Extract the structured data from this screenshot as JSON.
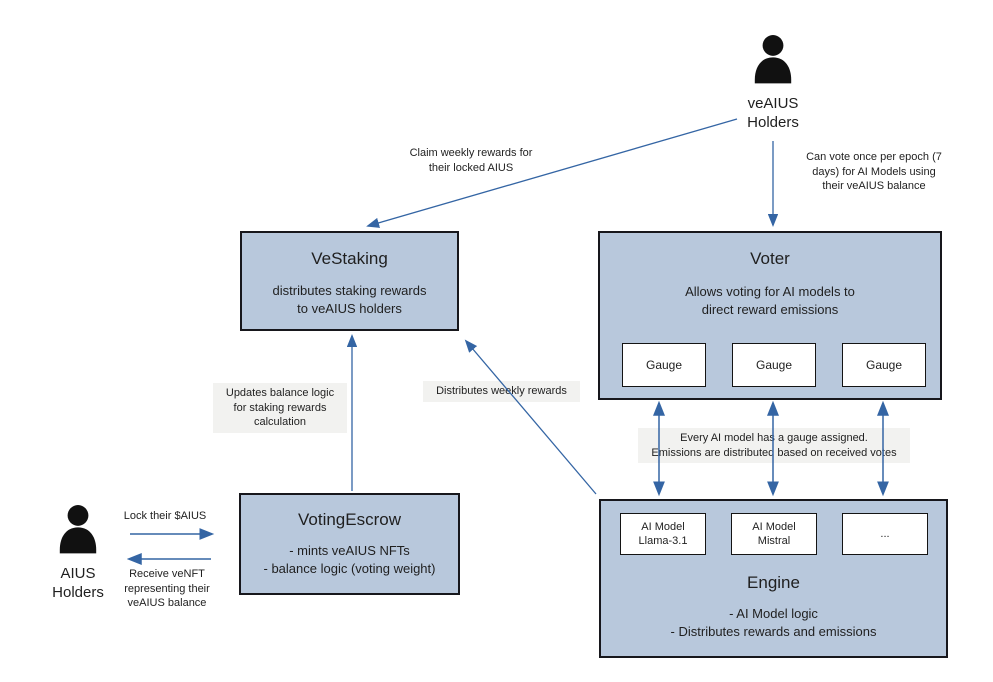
{
  "colors": {
    "node_fill": "#b8c8dc",
    "node_border": "#17171c",
    "arrow_blue": "#3465a4",
    "label_bg": "#f2f2f0",
    "icon_black": "#111111",
    "background": "#ffffff"
  },
  "actors": {
    "veaius_holders": {
      "label": "veAIUS\nHolders"
    },
    "aius_holders": {
      "label": "AIUS\nHolders"
    }
  },
  "nodes": {
    "vestaking": {
      "title": "VeStaking",
      "body": "distributes staking rewards\nto veAIUS holders"
    },
    "voter": {
      "title": "Voter",
      "body": "Allows voting for AI models to\ndirect reward emissions",
      "gauges": [
        "Gauge",
        "Gauge",
        "Gauge"
      ]
    },
    "votingescrow": {
      "title": "VotingEscrow",
      "body": "- mints veAIUS NFTs\n- balance logic (voting weight)"
    },
    "engine": {
      "title": "Engine",
      "body": "- AI Model logic\n- Distributes rewards and emissions",
      "models": [
        "AI Model\nLlama-3.1",
        "AI Model\nMistral",
        "..."
      ]
    }
  },
  "edge_labels": {
    "claim": "Claim weekly rewards for\ntheir locked AIUS",
    "vote": "Can vote once per epoch (7\ndays)  for AI Models using\ntheir veAIUS balance",
    "updates": "Updates balance logic\nfor staking rewards\ncalculation",
    "distributes": "Distributes weekly rewards",
    "gauge_note": "Every AI model has a gauge assigned.\nEmissions are distributed based on received votes",
    "lock": "Lock their $AIUS",
    "receive": "Receive veNFT\nrepresenting their\nveAIUS balance"
  }
}
